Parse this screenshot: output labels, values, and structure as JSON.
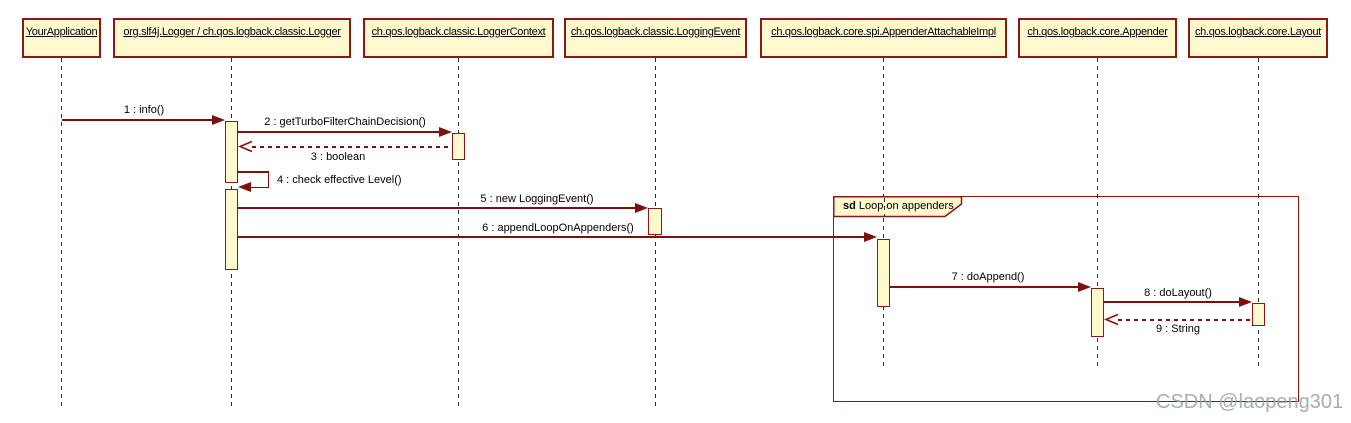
{
  "diagram": {
    "type": "uml-sequence-diagram",
    "lifelines": [
      {
        "name": "YourApplication"
      },
      {
        "name": "org.slf4j.Logger / ch.qos.logback.classic.Logger"
      },
      {
        "name": "ch.qos.logback.classic.LoggerContext"
      },
      {
        "name": "ch.qos.logback.classic.LoggingEvent"
      },
      {
        "name": "ch.qos.logback.core.spi.AppenderAttachableImpl"
      },
      {
        "name": "ch.qos.logback.core.Appender"
      },
      {
        "name": "ch.qos.logback.core.Layout"
      }
    ],
    "messages": [
      {
        "label": "1 : info()",
        "kind": "call",
        "from": "YourApplication",
        "to": "org.slf4j.Logger / ch.qos.logback.classic.Logger"
      },
      {
        "label": "2 : getTurboFilterChainDecision()",
        "kind": "call",
        "from": "org.slf4j.Logger / ch.qos.logback.classic.Logger",
        "to": "ch.qos.logback.classic.LoggerContext"
      },
      {
        "label": "3 : boolean",
        "kind": "return",
        "from": "ch.qos.logback.classic.LoggerContext",
        "to": "org.slf4j.Logger / ch.qos.logback.classic.Logger"
      },
      {
        "label": "4 : check effective Level()",
        "kind": "self-call",
        "from": "org.slf4j.Logger / ch.qos.logback.classic.Logger",
        "to": "org.slf4j.Logger / ch.qos.logback.classic.Logger"
      },
      {
        "label": "5 : new LoggingEvent()",
        "kind": "call",
        "from": "org.slf4j.Logger / ch.qos.logback.classic.Logger",
        "to": "ch.qos.logback.classic.LoggingEvent"
      },
      {
        "label": "6 : appendLoopOnAppenders()",
        "kind": "call",
        "from": "org.slf4j.Logger / ch.qos.logback.classic.Logger",
        "to": "ch.qos.logback.core.spi.AppenderAttachableImpl"
      },
      {
        "label": "7 : doAppend()",
        "kind": "call",
        "from": "ch.qos.logback.core.spi.AppenderAttachableImpl",
        "to": "ch.qos.logback.core.Appender"
      },
      {
        "label": "8 : doLayout()",
        "kind": "call",
        "from": "ch.qos.logback.core.Appender",
        "to": "ch.qos.logback.core.Layout"
      },
      {
        "label": "9 : String",
        "kind": "return",
        "from": "ch.qos.logback.core.Layout",
        "to": "ch.qos.logback.core.Appender"
      }
    ],
    "frame": {
      "keyword": "sd",
      "label": "Loop on appenders"
    },
    "watermark": "CSDN @laopeng301",
    "colors": {
      "box_fill": "#FEFACD",
      "line": "#8B1717",
      "arrow": "#7E1010",
      "lifeline": "#2B2B2B",
      "text": "#000000",
      "watermark": "#9EA1A5"
    }
  }
}
